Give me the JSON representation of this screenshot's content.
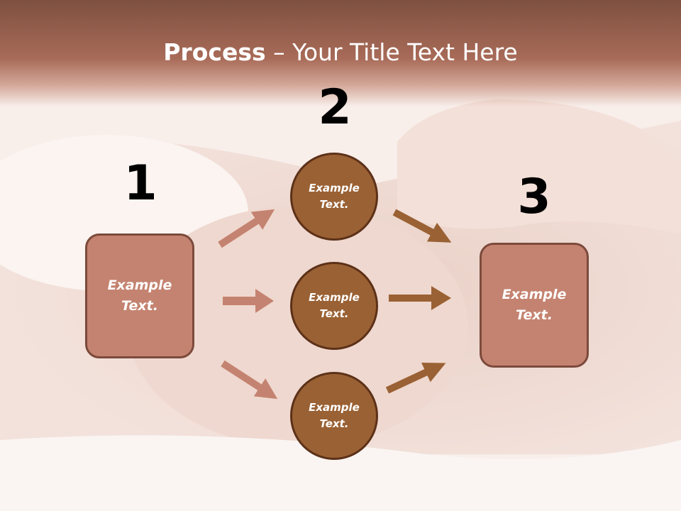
{
  "title": {
    "strong": "Process",
    "rest": " – Your Title Text Here"
  },
  "steps": [
    {
      "number": "1"
    },
    {
      "number": "2"
    },
    {
      "number": "3"
    }
  ],
  "boxes": [
    {
      "label": "Example\nText."
    },
    {
      "label": "Example\nText."
    }
  ],
  "circles": [
    {
      "label": "Example\nText."
    },
    {
      "label": "Example\nText."
    },
    {
      "label": "Example\nText."
    }
  ],
  "colors": {
    "header": "#a86b58",
    "box_fill": "#c48370",
    "circle_fill": "#9a6134",
    "arrow_light": "#c48370",
    "arrow_dark": "#9a6134"
  }
}
